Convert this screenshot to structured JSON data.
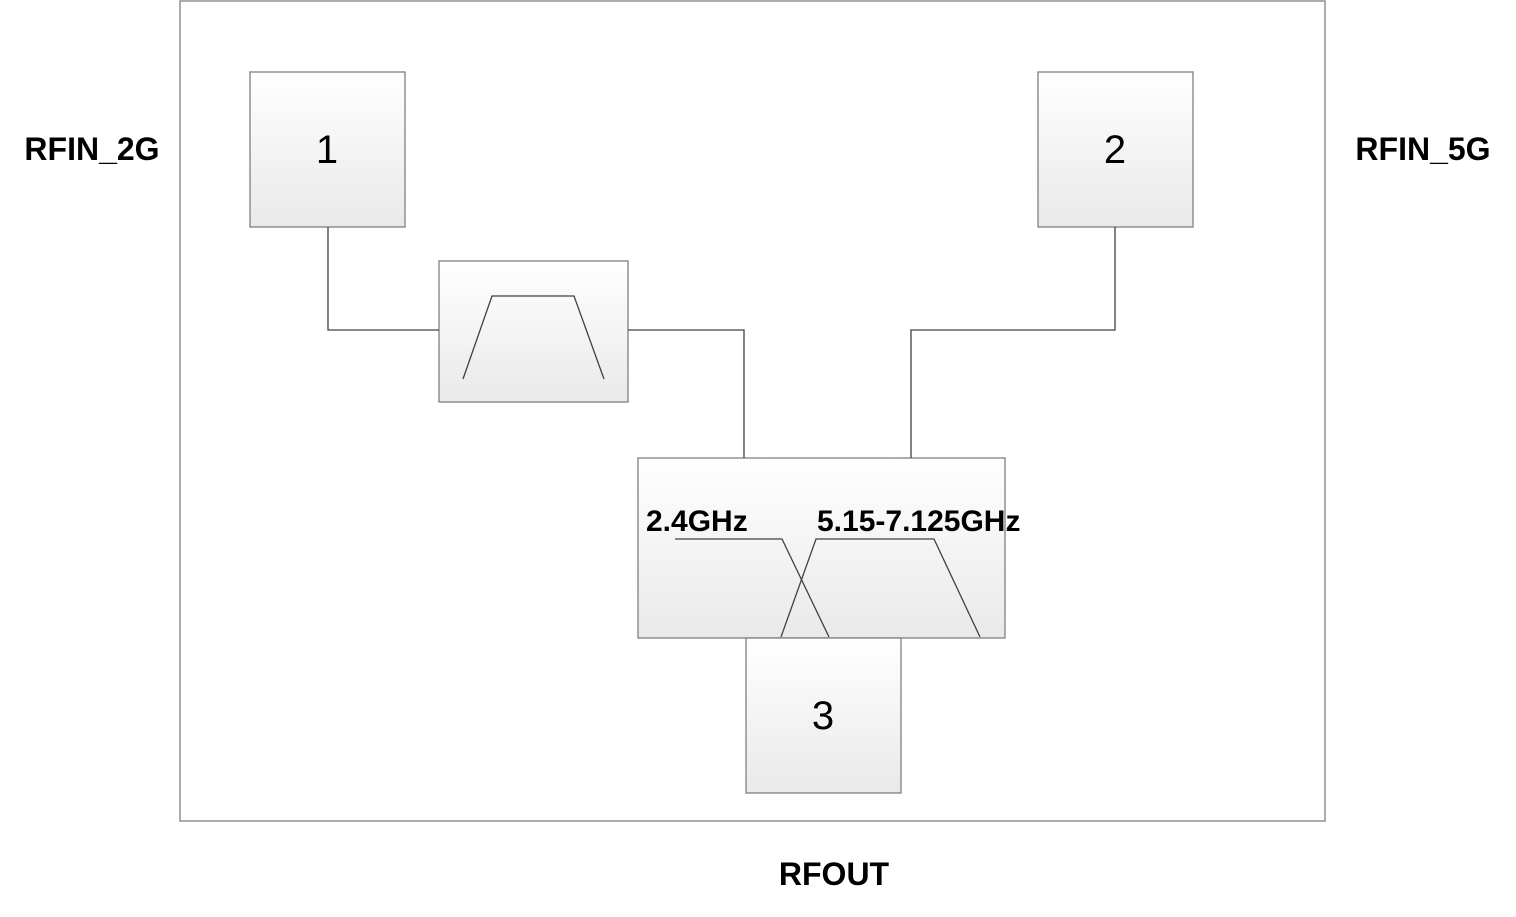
{
  "ports": {
    "rfin_2g": "RFIN_2G",
    "rfin_5g": "RFIN_5G",
    "rfout": "RFOUT"
  },
  "pins": {
    "pin1": "1",
    "pin2": "2",
    "pin3": "3"
  },
  "diplexer": {
    "low_band_label": "2.4GHz",
    "high_band_label": "5.15-7.125GHz"
  },
  "colors": {
    "outline": "#7f7f7f",
    "wire": "#404040",
    "box_fill_top": "#ffffff",
    "box_fill_bottom": "#e9e9e9"
  }
}
